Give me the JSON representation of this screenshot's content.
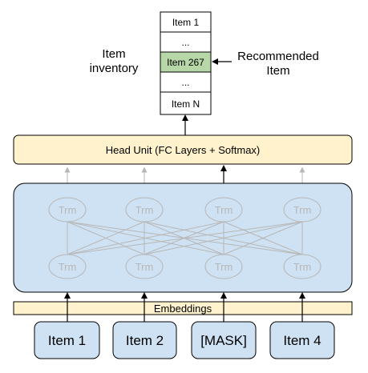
{
  "inventory": {
    "title_lines": [
      "Item",
      "inventory"
    ],
    "rows": [
      "Item 1",
      "...",
      "Item 267",
      "...",
      "Item N"
    ],
    "highlight_index": 2,
    "recommended_lines": [
      "Recommended",
      "Item"
    ]
  },
  "head_unit": {
    "label": "Head Unit (FC Layers + Softmax)"
  },
  "transformer": {
    "node_label": "Trm",
    "top_row": [
      "Trm",
      "Trm",
      "Trm",
      "Trm"
    ],
    "bottom_row": [
      "Trm",
      "Trm",
      "Trm",
      "Trm"
    ]
  },
  "embeddings": {
    "label": "Embeddings"
  },
  "inputs": [
    "Item 1",
    "Item 2",
    "[MASK]",
    "Item 4"
  ],
  "colors": {
    "inventory_highlight": "#b7d7a8",
    "head_unit_fill": "#fff2cc",
    "transformer_fill": "#cfe2f3",
    "embeddings_fill": "#fff2cc",
    "input_fill": "#cfe2f3",
    "faded": "#b7b7b7"
  }
}
